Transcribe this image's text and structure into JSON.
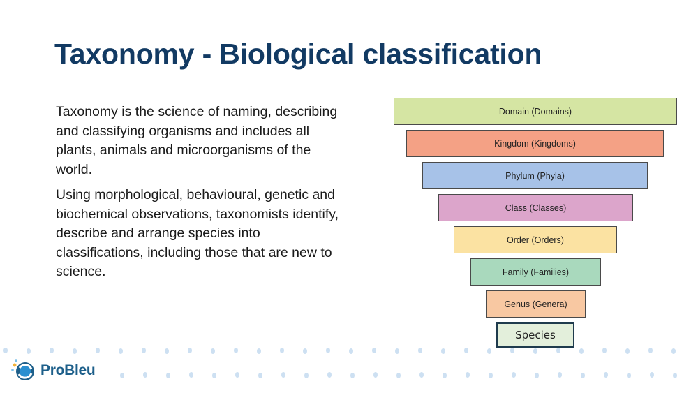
{
  "title": "Taxonomy - Biological classification",
  "paragraphs": [
    "Taxonomy is the science of naming, describing and classifying organisms and includes all plants, animals and microorganisms of the world.",
    "Using morphological, behavioural, genetic and biochemical observations, taxonomists identify, describe and arrange species into classifications, including those that are new to science."
  ],
  "ranks": [
    {
      "label": "Domain (Domains)",
      "color": "#d5e5a3"
    },
    {
      "label": "Kingdom (Kingdoms)",
      "color": "#f4a185"
    },
    {
      "label": "Phylum (Phyla)",
      "color": "#a7c2e8"
    },
    {
      "label": "Class (Classes)",
      "color": "#dca5cb"
    },
    {
      "label": "Order (Orders)",
      "color": "#fbe2a2"
    },
    {
      "label": "Family (Families)",
      "color": "#a9d9bd"
    },
    {
      "label": "Genus (Genera)",
      "color": "#f8c8a2"
    },
    {
      "label": "Species",
      "color": "#e3efdb"
    }
  ],
  "logo": {
    "text": "ProBleu",
    "brand_color": "#1d5f8a",
    "accent_color": "#2a8fd0"
  },
  "dot_color": "#cde0f2"
}
